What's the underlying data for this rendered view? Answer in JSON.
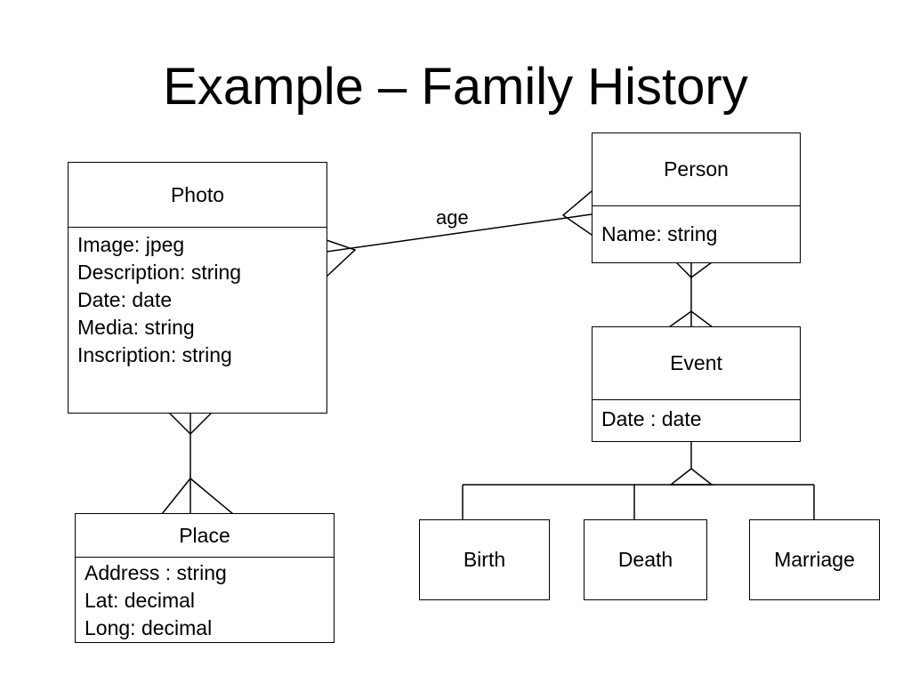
{
  "title": "Example – Family History",
  "entities": {
    "photo": {
      "name": "Photo",
      "attributes": [
        "Image: jpeg",
        "Description: string",
        "Date: date",
        "Media: string",
        "Inscription: string"
      ]
    },
    "person": {
      "name": "Person",
      "attributes": [
        "Name: string"
      ]
    },
    "event": {
      "name": "Event",
      "attributes": [
        "Date : date"
      ]
    },
    "place": {
      "name": "Place",
      "attributes": [
        "Address : string",
        "Lat: decimal",
        "Long: decimal"
      ]
    }
  },
  "subtypes": [
    "Birth",
    "Death",
    "Marriage"
  ],
  "relationships": [
    {
      "from": "Photo",
      "to": "Person",
      "label": "age",
      "cardinality": "many-to-many"
    },
    {
      "from": "Photo",
      "to": "Place",
      "cardinality": "many-to-many"
    },
    {
      "from": "Person",
      "to": "Event",
      "cardinality": "many-to-many"
    },
    {
      "from": "Event",
      "to": [
        "Birth",
        "Death",
        "Marriage"
      ],
      "type": "generalization"
    }
  ]
}
